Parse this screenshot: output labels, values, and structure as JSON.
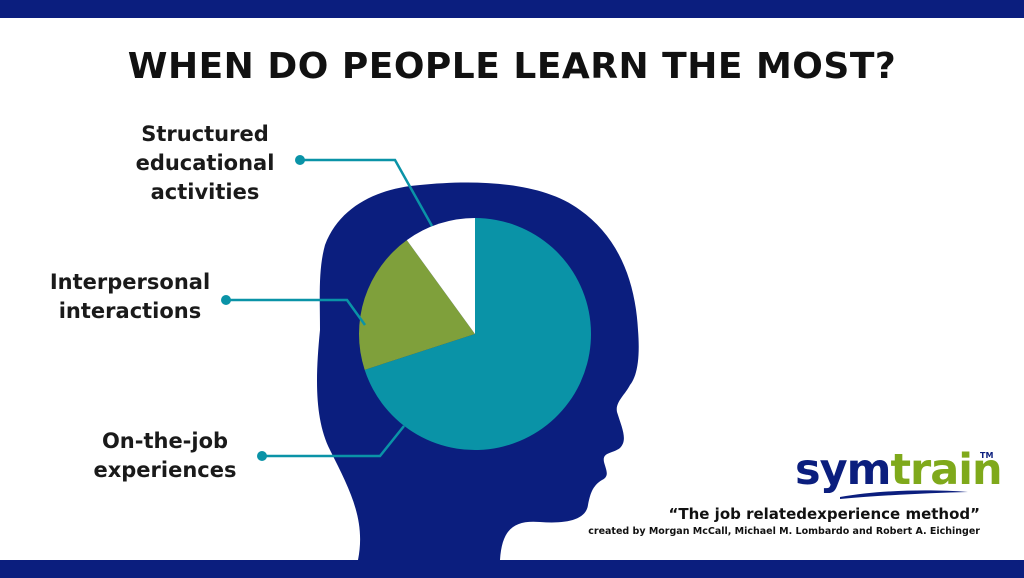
{
  "title": "WHEN DO PEOPLE LEARN THE MOST?",
  "colors": {
    "navy": "#0b1e7e",
    "teal": "#0a93a7",
    "green": "#7fa03b",
    "white": "#ffffff",
    "logo_green": "#7fa91b"
  },
  "labels": {
    "structured": [
      "Structured",
      "educational",
      "activities"
    ],
    "interpersonal": [
      "Interpersonal",
      "interactions"
    ],
    "onthejob": [
      "On-the-job",
      "experiences"
    ]
  },
  "chart_data": {
    "type": "pie",
    "title": "WHEN DO PEOPLE LEARN THE MOST?",
    "slices": [
      {
        "name": "On-the-job experiences",
        "value": 70,
        "color": "#0a93a7"
      },
      {
        "name": "Interpersonal interactions",
        "value": 20,
        "color": "#7fa03b"
      },
      {
        "name": "Structured educational activities",
        "value": 10,
        "color": "#ffffff"
      }
    ],
    "legend": "callout-lines-left"
  },
  "logo": {
    "part1": "sym",
    "part2": "train",
    "tm": "TM"
  },
  "citation": {
    "quote": "“The job relatedexperience method”",
    "credit": "created by Morgan McCall, Michael M. Lombardo and Robert A. Eichinger"
  }
}
